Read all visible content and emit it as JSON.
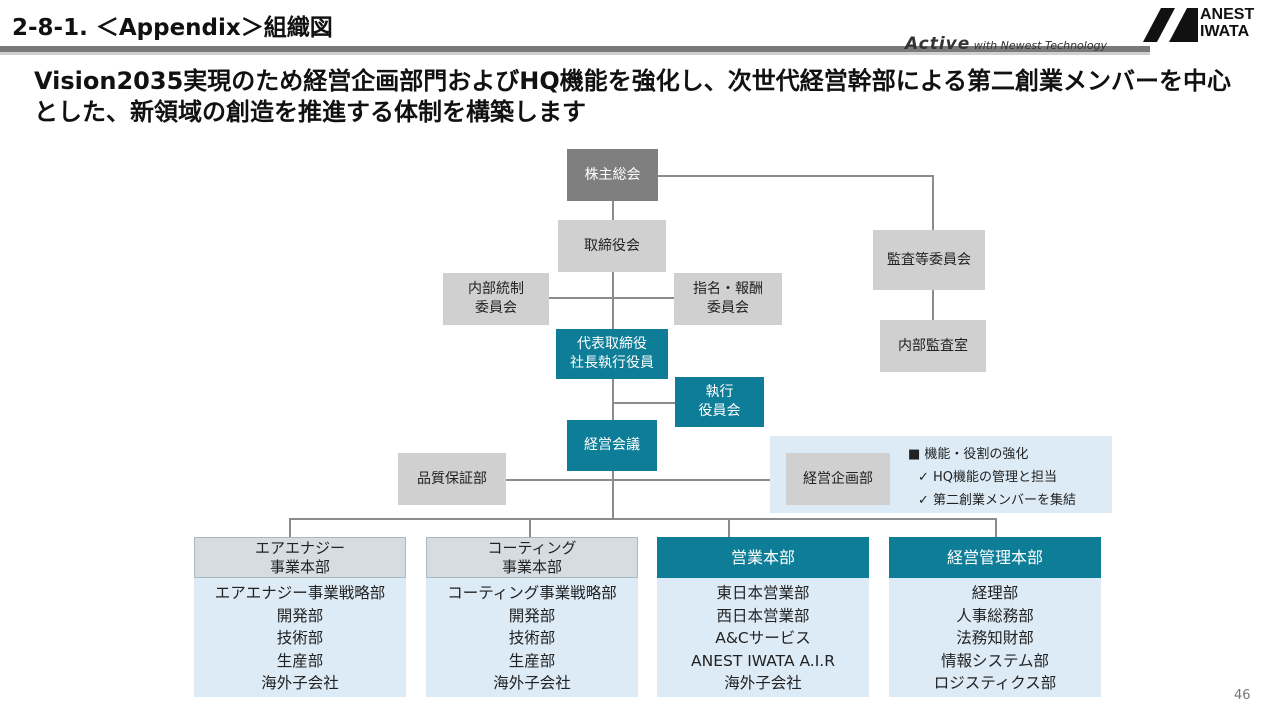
{
  "header": {
    "section_title": "2-8-1. ＜Appendix＞組織図",
    "tagline_main": "Active",
    "tagline_sub": "with Newest Technology",
    "logo_line1": "ANEST",
    "logo_line2": "IWATA"
  },
  "lead_text": "Vision2035実現のため経営企画部門およびHQ機能を強化し、次世代経営幹部による第二創業メンバーを中心とした、新領域の創造を推進する体制を構築します",
  "org": {
    "shareholders": "株主総会",
    "board": "取締役会",
    "internal_control": "内部統制\n委員会",
    "nomination": "指名・報酬\n委員会",
    "president": "代表取締役\n社長執行役員",
    "exec_committee": "執行\n役員会",
    "mgmt_meeting": "経営会議",
    "quality": "品質保証部",
    "corp_planning": "経営企画部",
    "audit_committee": "監査等委員会",
    "internal_audit": "内部監査室"
  },
  "note": {
    "heading": "■ 機能・役割の強化",
    "items": [
      "✓ HQ機能の管理と担当",
      "✓ 第二創業メンバーを集結"
    ]
  },
  "divisions": [
    {
      "title": "エアエナジー\n事業本部",
      "items": [
        "エアエナジー事業戦略部",
        "開発部",
        "技術部",
        "生産部",
        "海外子会社"
      ]
    },
    {
      "title": "コーティング\n事業本部",
      "items": [
        "コーティング事業戦略部",
        "開発部",
        "技術部",
        "生産部",
        "海外子会社"
      ]
    },
    {
      "title": "営業本部",
      "items": [
        "東日本営業部",
        "西日本営業部",
        "A&Cサービス",
        "ANEST IWATA A.I.R",
        "海外子会社"
      ]
    },
    {
      "title": "経営管理本部",
      "items": [
        "経理部",
        "人事総務部",
        "法務知財部",
        "情報システム部",
        "ロジスティクス部"
      ]
    }
  ],
  "colors": {
    "teal": "#0e7d98",
    "grey_box": "#d0d0d0",
    "dark_box": "#7f7f7f",
    "light_blue": "#dcebf6"
  },
  "page_number": "46"
}
